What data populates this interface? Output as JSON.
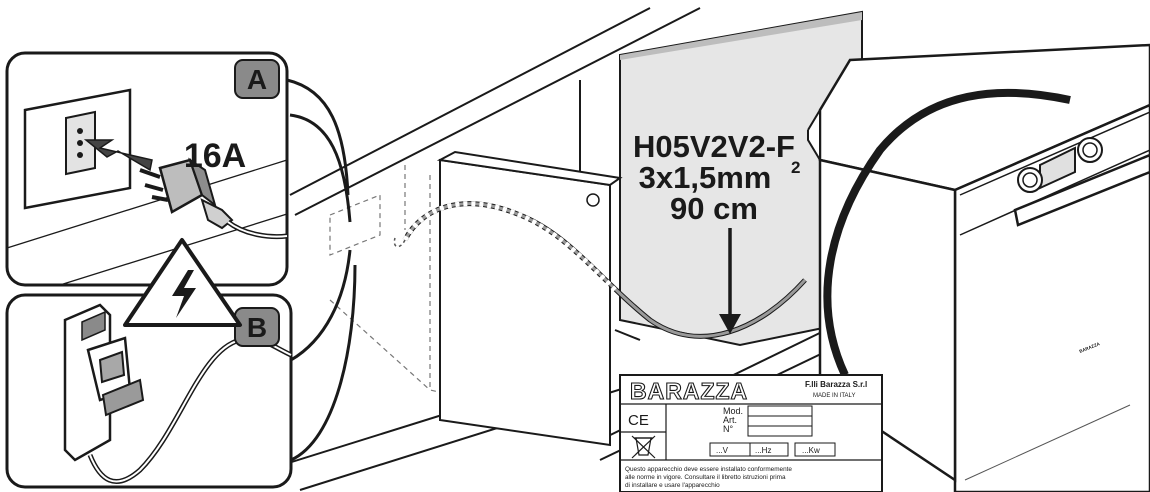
{
  "callouts": {
    "socket_label": "A",
    "switch_label": "B",
    "current_rating": "16A"
  },
  "cable": {
    "type": "H05V2V2-F",
    "section": "3x1,5mm",
    "section_sup": "2",
    "length": "90 cm"
  },
  "rating_plate": {
    "brand": "BARAZZA",
    "company": "F.lli Barazza S.r.l",
    "origin": "MADE IN ITALY",
    "ce_mark": "CE",
    "field_mod": "Mod.",
    "field_art": "Art.",
    "field_no": "N°",
    "unit_v": "...V",
    "unit_hz": "...Hz",
    "unit_kw": "...Kw",
    "note_line1": "Questo apparecchio deve essere installato conformemente",
    "note_line2": "alle norme in vigore. Consultare il libretto istruzioni prima",
    "note_line3": "di installare e usare l'apparecchio"
  },
  "oven_brand_mark": "BARAZZA",
  "icons": [
    "wall-socket-icon",
    "plug-icon",
    "high-voltage-warning-icon",
    "circuit-breaker-icon",
    "weee-bin-icon",
    "ce-mark-icon"
  ],
  "colors": {
    "line": "#1a1a1a",
    "panel": "#ffffff",
    "shade": "#d9d9d9",
    "label_bg": "#8a8a8a"
  }
}
